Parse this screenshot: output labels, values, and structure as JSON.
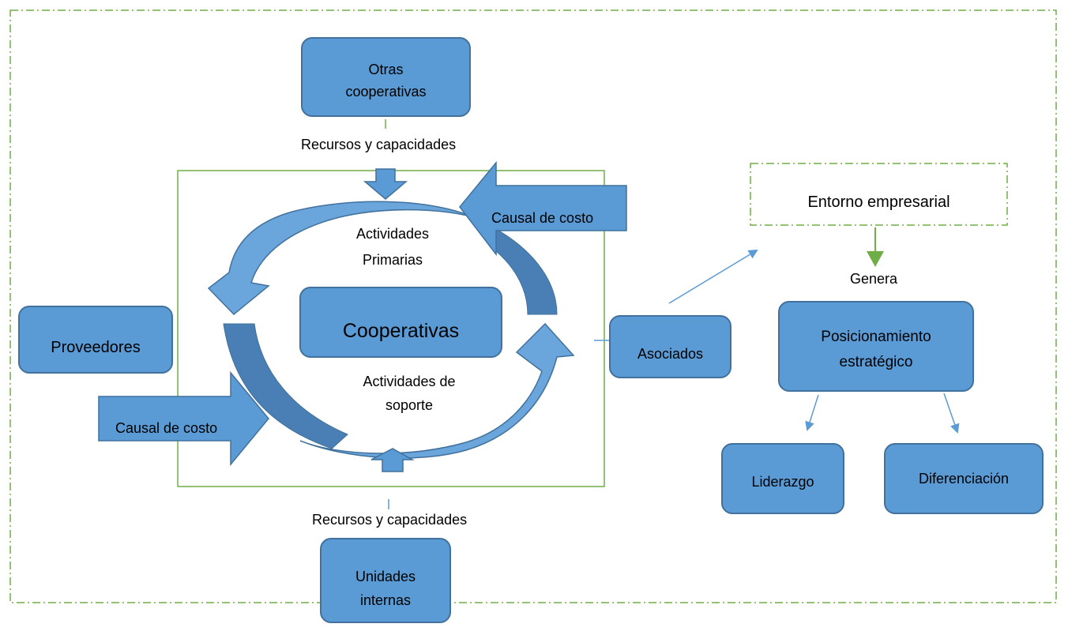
{
  "nodes": {
    "otras_cooperativas": "Otras cooperativas",
    "proveedores": "Proveedores",
    "cooperativas": "Cooperativas",
    "asociados": "Asociados",
    "unidades_internas": "Unidades internas",
    "entorno_empresarial": "Entorno empresarial",
    "posicionamiento": "Posicionamiento estratégico",
    "liderazgo": "Liderazgo",
    "diferenciacion": "Diferenciación"
  },
  "labels": {
    "recursos_top": "Recursos y capacidades",
    "recursos_bottom": "Recursos y capacidades",
    "causal_top": "Causal de costo",
    "causal_left": "Causal de costo",
    "actividades_primarias": "Actividades Primarias",
    "actividades_soporte": "Actividades de soporte",
    "genera": "Genera"
  },
  "colors": {
    "node_fill": "#5b9bd5",
    "node_border": "#41719c",
    "arrow_dark": "#4a7fb5",
    "frame_green": "#70ad47"
  }
}
